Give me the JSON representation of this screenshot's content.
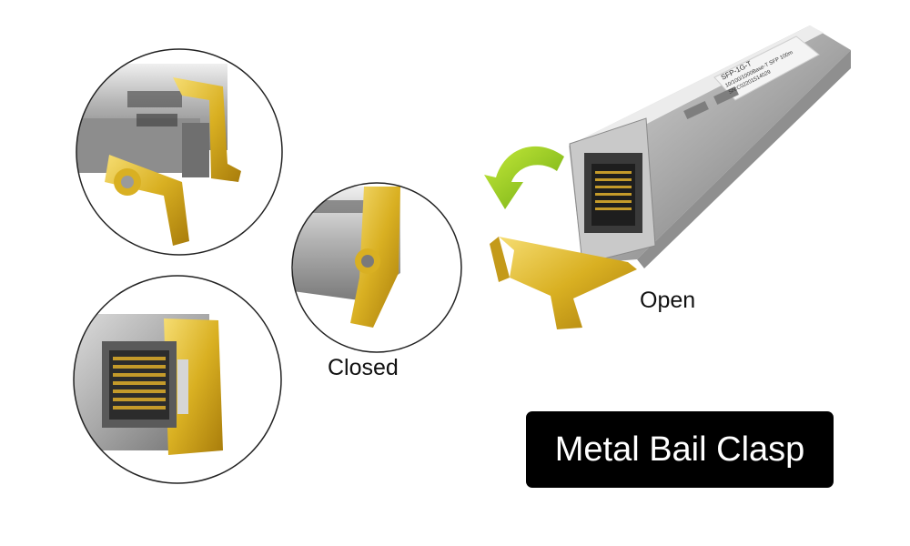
{
  "colors": {
    "background": "#ffffff",
    "gold": "#d9b022",
    "silver": "#b7b7b7",
    "arrow_green": "#9bd21b",
    "banner": "#000000",
    "banner_text": "#ffffff"
  },
  "labels": {
    "closed": "Closed",
    "open": "Open"
  },
  "banner": {
    "title": "Metal Bail Clasp"
  },
  "module_label": {
    "line1": "SFP-1G-T",
    "line2": "10/100/1000Base-T SFP 100m",
    "line3": "SN:C02201514029"
  }
}
